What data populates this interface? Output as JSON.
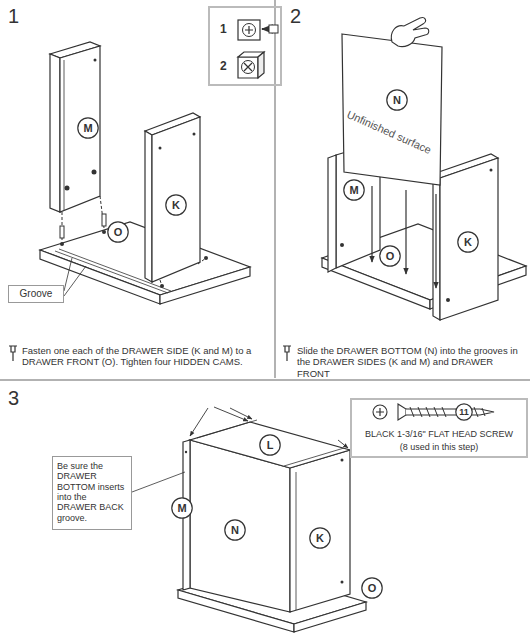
{
  "diagram": {
    "nodes": [
      {
        "text": [
          "1",
          "2"
        ]
      },
      {
        "text": [
          "M"
        ]
      },
      {
        "text": [
          "K"
        ]
      },
      {
        "text": [
          "O"
        ]
      },
      {
        "text": [
          "Groove"
        ]
      },
      {
        "text": [
          "N"
        ]
      },
      {
        "text": [
          "M"
        ]
      },
      {
        "text": [
          "O"
        ]
      },
      {
        "text": [
          "K"
        ]
      },
      {
        "text": [
          "BLACK 1-3/16\" FLAT HEAD SCREW",
          "(8 used in this step)"
        ]
      },
      {
        "text": [
          "11"
        ],
        "in": 9
      },
      {
        "text": [
          "L"
        ]
      },
      {
        "text": [
          "Be sure the DRAWER BOTTOM inserts into the DRAWER BACK groove."
        ]
      },
      {
        "text": [
          "M"
        ]
      },
      {
        "text": [
          "N"
        ]
      },
      {
        "text": [
          "K"
        ]
      },
      {
        "text": [
          "O"
        ]
      }
    ],
    "labels": [
      "1",
      "2",
      "Unfinished surface",
      "Fasten one each of the DRAWER SIDE (K and M) to a DRAWER FRONT (O). Tighten four HIDDEN CAMS.",
      "Slide the DRAWER BOTTOM (N) into the grooves in the DRAWER SIDES (K and M) and DRAWER FRONT",
      "3"
    ]
  }
}
